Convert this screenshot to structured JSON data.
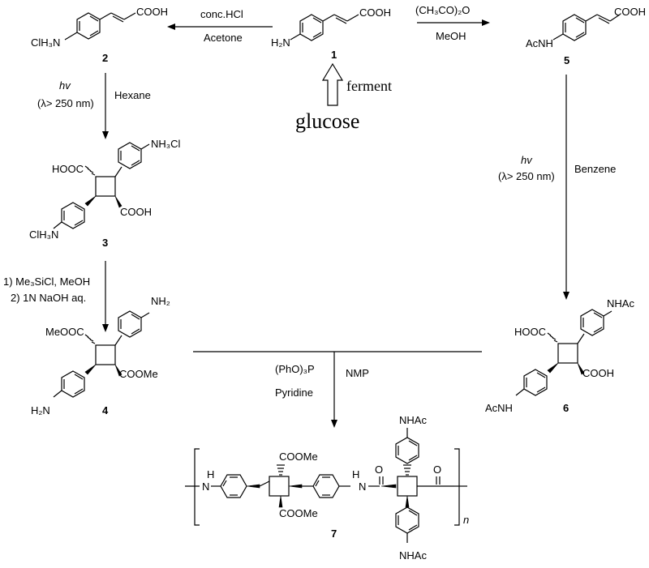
{
  "compounds": {
    "c1": {
      "number": "1",
      "acid": "COOH",
      "amine": "H₂N"
    },
    "c2": {
      "number": "2",
      "acid": "COOH",
      "amine": "ClH₃N"
    },
    "c3": {
      "number": "3",
      "acid_top": "HOOC",
      "acid_bottom": "COOH",
      "amine_top": "NH₃Cl",
      "amine_bottom": "ClH₃N"
    },
    "c4": {
      "number": "4",
      "ester_top": "MeOOC",
      "ester_bottom": "COOMe",
      "amine_top": "NH₂",
      "amine_bottom": "H₂N"
    },
    "c5": {
      "number": "5",
      "acid": "COOH",
      "amide": "AcNH"
    },
    "c6": {
      "number": "6",
      "acid_top": "HOOC",
      "acid_bottom": "COOH",
      "amide_top": "NHAc",
      "amide_bottom": "AcNH"
    },
    "c7": {
      "number": "7",
      "repeat": "n",
      "ester_top": "COOMe",
      "ester_bottom": "COOMe",
      "amide_top": "NHAc",
      "amide_bottom": "NHAc",
      "amine_left": "N",
      "amine_left_h": "H",
      "amide_n": "N",
      "amide_n_h": "H",
      "carbonyl_o1": "O",
      "carbonyl_o2": "O"
    }
  },
  "reactions": {
    "r1_2": {
      "above": "conc.HCl",
      "below": "Acetone"
    },
    "r1_5": {
      "above": "(CH₃CO)₂O",
      "below": "MeOH"
    },
    "ferment": {
      "label": "ferment",
      "source": "glucose"
    },
    "r2_3": {
      "light": "hv",
      "condition": "(λ> 250 nm)",
      "solvent": "Hexane"
    },
    "r5_6": {
      "light": "hv",
      "condition": "(λ> 250 nm)",
      "solvent": "Benzene"
    },
    "r3_4": {
      "step1": "1) Me₃SiCl, MeOH",
      "step2": "2) 1N NaOH aq."
    },
    "polym": {
      "reagent": "(PhO)₃P",
      "base": "Pyridine",
      "solvent": "NMP"
    }
  }
}
